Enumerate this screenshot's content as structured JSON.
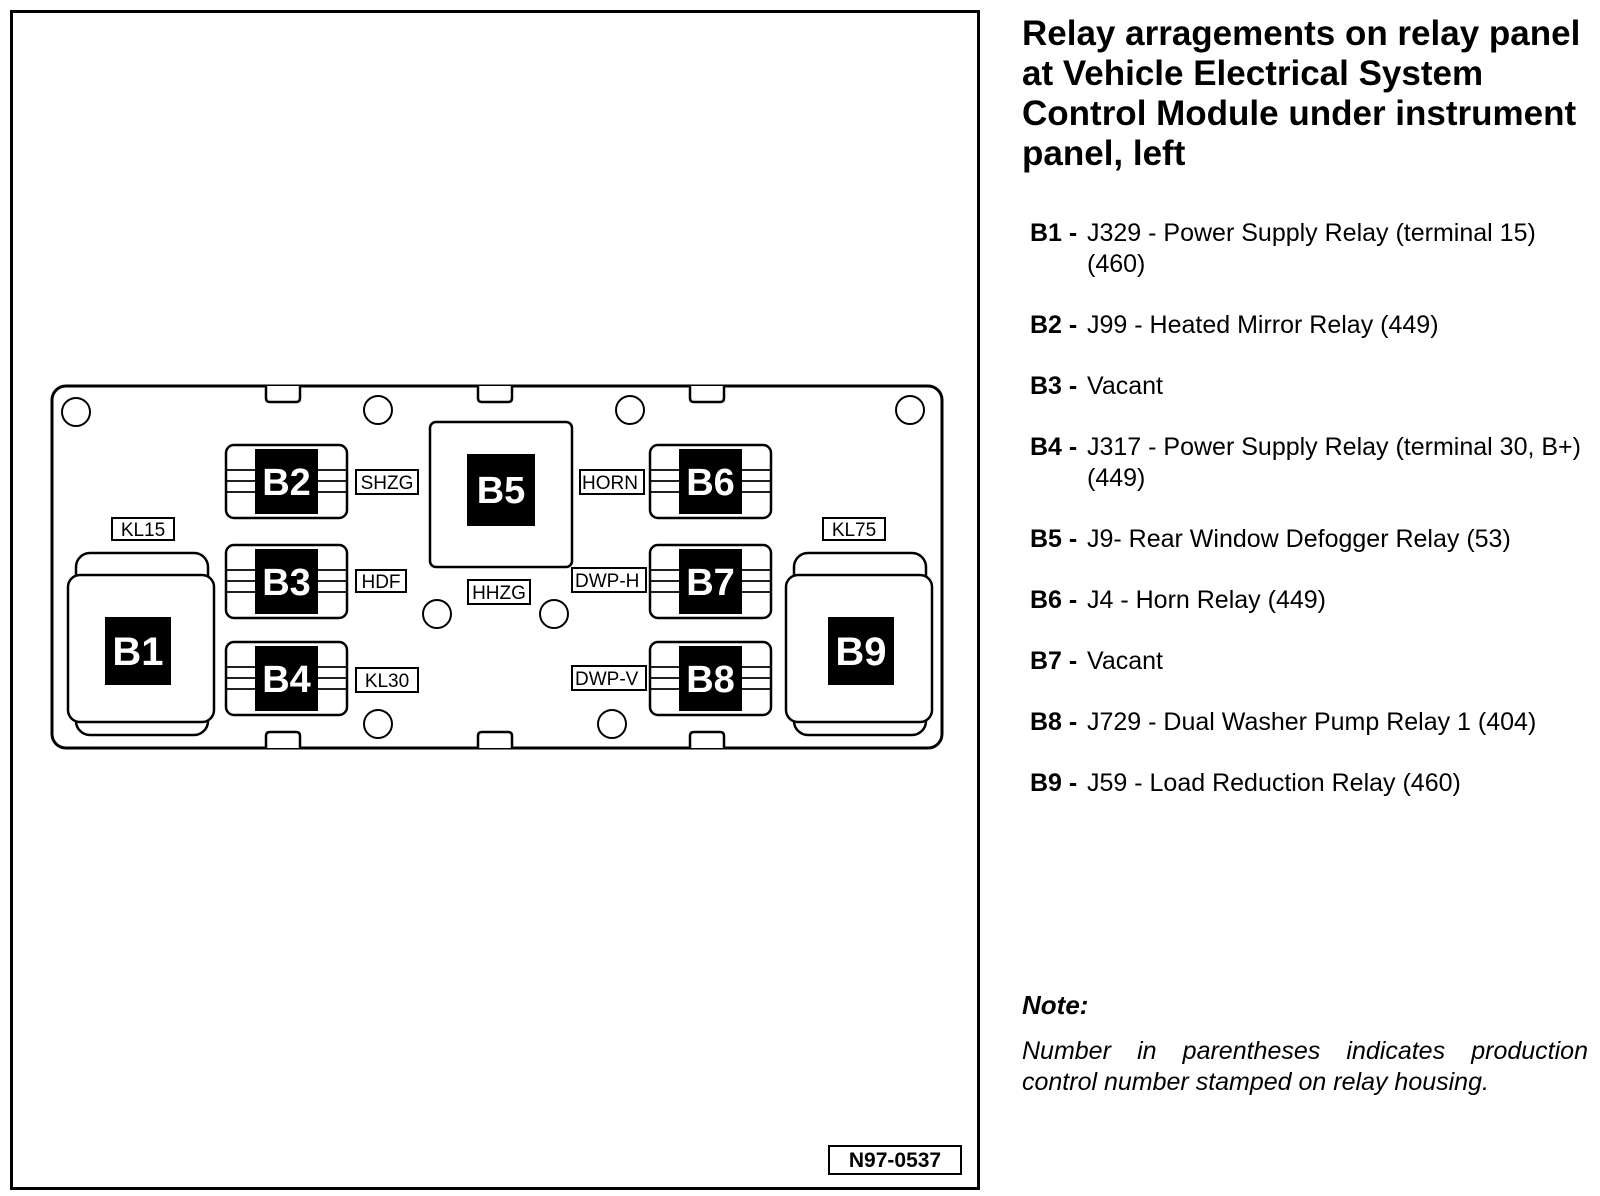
{
  "figure": {
    "panel_labels": {
      "kl15": "KL15",
      "kl75": "KL75",
      "shzg": "SHZG",
      "horn": "HORN",
      "hdf": "HDF",
      "hhzg": "HHZG",
      "dwp_h": "DWP-H",
      "kl30": "KL30",
      "dwp_v": "DWP-V"
    },
    "relays": {
      "b1": "B1",
      "b2": "B2",
      "b3": "B3",
      "b4": "B4",
      "b5": "B5",
      "b6": "B6",
      "b7": "B7",
      "b8": "B8",
      "b9": "B9"
    },
    "figure_id": "N97-0537"
  },
  "title": "Relay arragements on relay panel at Vehicle Electrical System Control Module under instrument panel, left",
  "legend": [
    {
      "code": "B1 -",
      "text": "J329 - Power Supply Relay (terminal 15) (460)"
    },
    {
      "code": "B2 -",
      "text": "J99 - Heated Mirror Relay (449)"
    },
    {
      "code": "B3 -",
      "text": "Vacant"
    },
    {
      "code": "B4 -",
      "text": "J317 - Power Supply Relay (terminal 30, B+) (449)"
    },
    {
      "code": "B5 -",
      "text": "J9- Rear Window Defogger Relay (53)"
    },
    {
      "code": "B6 -",
      "text": "J4 - Horn Relay (449)"
    },
    {
      "code": "B7 -",
      "text": "Vacant"
    },
    {
      "code": "B8 -",
      "text": "J729 - Dual Washer Pump Relay 1 (404)"
    },
    {
      "code": "B9 -",
      "text": "J59 - Load Reduction Relay (460)"
    }
  ],
  "note": {
    "heading": "Note:",
    "text": "Number in parentheses indicates production control number stamped on relay housing."
  }
}
